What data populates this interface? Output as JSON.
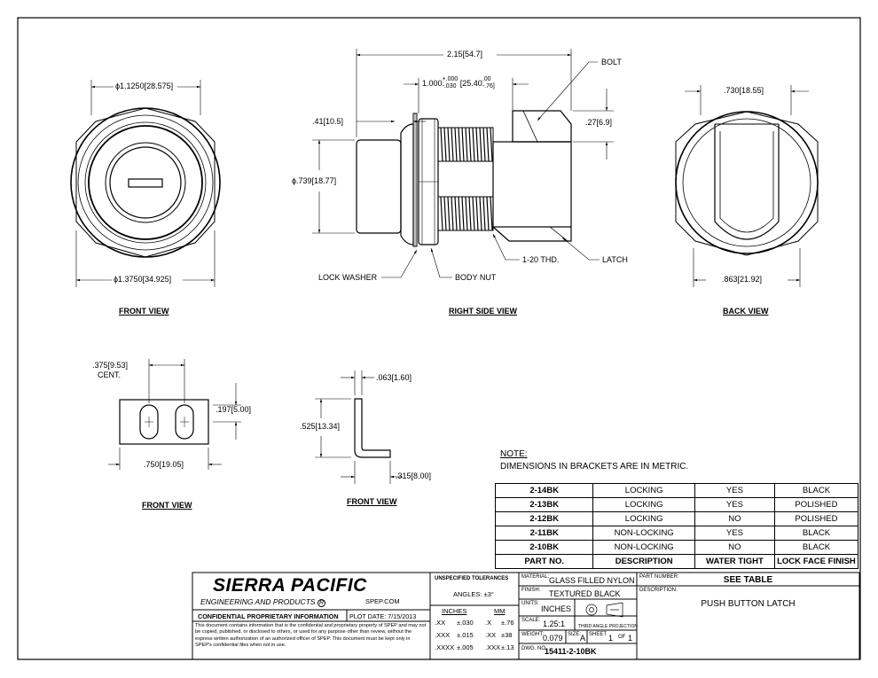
{
  "views": {
    "front_view": "FRONT VIEW",
    "right_side_view": "RIGHT SIDE VIEW",
    "back_view": "BACK VIEW",
    "bracket_front_view": "FRONT VIEW",
    "bracket_side_front_view": "FRONT VIEW"
  },
  "dimensions": {
    "front_dia_top": "ϕ1.1250[28.575]",
    "front_dia_bottom": "ϕ1.3750[34.925]",
    "overall_length": "2.15[54.7]",
    "body_length": "1.000",
    "body_tol_plus": "+.000",
    "body_tol_minus": "-.030",
    "body_metric": "[25.40",
    "body_metric_plus": ".00",
    "body_metric_minus": "-.76]",
    "flange": ".41[10.5]",
    "shaft_dia": "ϕ.739[18.77]",
    "bolt_height": ".27[6.9]",
    "back_top": ".730[18.55]",
    "back_bottom": ".863[21.92]",
    "slot_spacing": ".375[9.53]",
    "slot_cent": "CENT.",
    "slot_height": ".197[5.00]",
    "bracket_width": ".750[19.05]",
    "bracket_thickness": ".063[1.60]",
    "bracket_height": ".525[13.34]",
    "bracket_leg": ".315[8.00]"
  },
  "callouts": {
    "bolt": "BOLT",
    "lock_washer": "LOCK WASHER",
    "body_nut": "BODY NUT",
    "thread": "1-20 THD.",
    "latch": "LATCH"
  },
  "note": {
    "title": "NOTE:",
    "text": "DIMENSIONS IN BRACKETS ARE IN METRIC."
  },
  "parts_table": {
    "rows": [
      {
        "part": "2-14BK",
        "desc": "LOCKING",
        "water": "YES",
        "finish": "BLACK"
      },
      {
        "part": "2-13BK",
        "desc": "LOCKING",
        "water": "YES",
        "finish": "POLISHED"
      },
      {
        "part": "2-12BK",
        "desc": "LOCKING",
        "water": "NO",
        "finish": "POLISHED"
      },
      {
        "part": "2-11BK",
        "desc": "NON-LOCKING",
        "water": "YES",
        "finish": "BLACK"
      },
      {
        "part": "2-10BK",
        "desc": "NON-LOCKING",
        "water": "NO",
        "finish": "BLACK"
      }
    ],
    "header": {
      "part": "PART NO.",
      "desc": "DESCRIPTION",
      "water": "WATER TIGHT",
      "finish": "LOCK FACE FINISH"
    }
  },
  "title_block": {
    "company": "SIERRA PACIFIC",
    "subtitle": "ENGINEERING AND PRODUCTS",
    "url": "SPEP.COM",
    "confidential": "CONFIDENTIAL PROPRIETARY INFORMATION",
    "plot_date": "PLOT DATE: 7/15/2013",
    "legal": "This document contains information that is the confidential and proprietary property of SPEP and may not be copied, published, or disclosed to others, or used for any purpose other than review, without the express written authorization of an authorized officer of SPEP. This document must be kept only in SPEP's confidential files when not in use.",
    "tolerances_title": "UNSPECIFIED TOLERANCES",
    "angles": "ANGLES: ±3°",
    "inches": "INCHES",
    "mm": "MM",
    "tol_rows": [
      {
        "in_fmt": ".XX",
        "in_tol": "±.030",
        "mm_fmt": ".X",
        "mm_tol": "±.76"
      },
      {
        "in_fmt": ".XXX",
        "in_tol": "±.015",
        "mm_fmt": ".XX",
        "mm_tol": "±38"
      },
      {
        "in_fmt": ".XXXX",
        "in_tol": "±.005",
        "mm_fmt": ".XXX",
        "mm_tol": "±.13"
      }
    ],
    "material_label": "MATERIAL:",
    "material": "GLASS FILLED NYLON",
    "finish_label": "FINISH:",
    "finish": "TEXTURED BLACK",
    "units_label": "UNITS:",
    "units": "INCHES",
    "scale_label": "SCALE:",
    "scale": "1.25:1",
    "projection": "THIRD ANGLE PROJECTION",
    "weight_label": "WEIGHT:",
    "weight": "0.079",
    "size_label": "SIZE:",
    "size": "A",
    "sheet_label": "SHEET",
    "sheet": "1",
    "of_label": "OF",
    "of": "1",
    "dwg_label": "DWG. NO.",
    "dwg": "15411-2-10BK",
    "part_number_label": "PART NUMBER:",
    "part_number": "SEE TABLE",
    "description_label": "DESCRIPTION:",
    "description": "PUSH BUTTON LATCH"
  }
}
